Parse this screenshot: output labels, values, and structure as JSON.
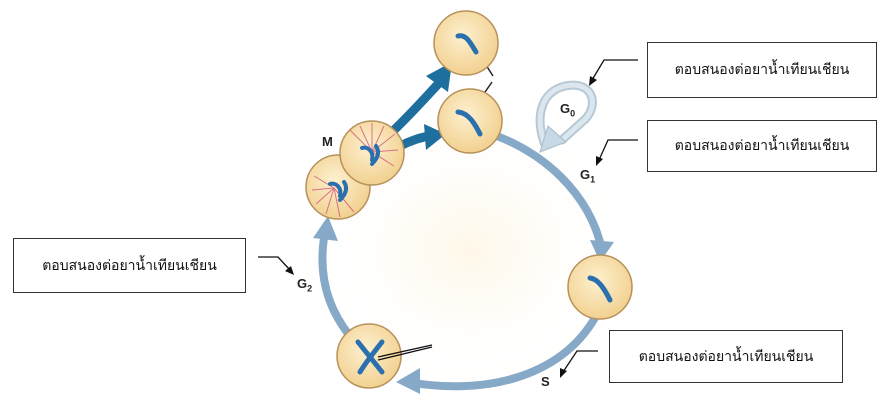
{
  "phases": {
    "m": "M",
    "g0_main": "G",
    "g0_sub": "0",
    "g1_main": "G",
    "g1_sub": "1",
    "s": "S",
    "g2_main": "G",
    "g2_sub": "2"
  },
  "labels": {
    "g0_box": "ตอบสนองต่อยาน้ำเทียนเชียน",
    "g1_box": "ตอบสนองต่อยาน้ำเทียนเชียน",
    "g2_box": "ตอบสนองต่อยาน้ำเทียนเชียน",
    "s_box": "ตอบสนองต่อยาน้ำเทียนเชียน"
  },
  "colors": {
    "cycle_arrow": "#87a9c8",
    "mitosis_arrow": "#1f6f9e",
    "cell_fill": "#f8dfaa",
    "cell_stroke": "#b6915a",
    "chromosome": "#2a6fae",
    "g0_arrow": "#c8d9e6"
  }
}
